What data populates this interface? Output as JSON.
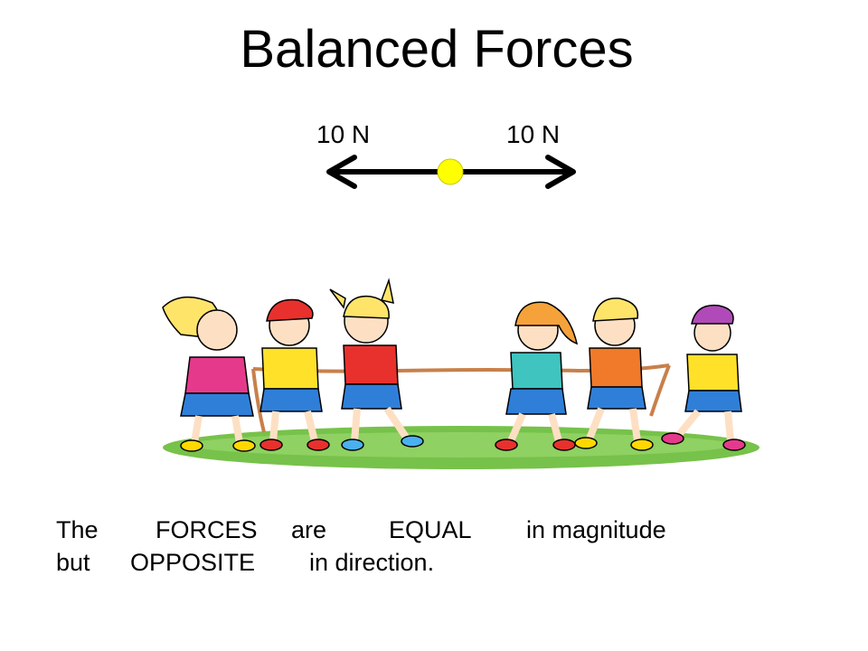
{
  "slide": {
    "title": "Balanced Forces"
  },
  "forces": {
    "left_label": "10 N",
    "right_label": "10 N",
    "colors": {
      "arrow": "#000000",
      "object": "#ffff00"
    }
  },
  "illustration": {
    "subject": "children playing tug of war",
    "colors": {
      "grass": "#77c24a",
      "rope": "#c8804a"
    }
  },
  "caption": {
    "line1": {
      "w1": "The",
      "w2": "FORCES",
      "w3": "are",
      "w4": "EQUAL",
      "w5": "in magnitude"
    },
    "line2": {
      "w1": "but",
      "w2": "OPPOSITE",
      "w3": "in direction."
    }
  }
}
